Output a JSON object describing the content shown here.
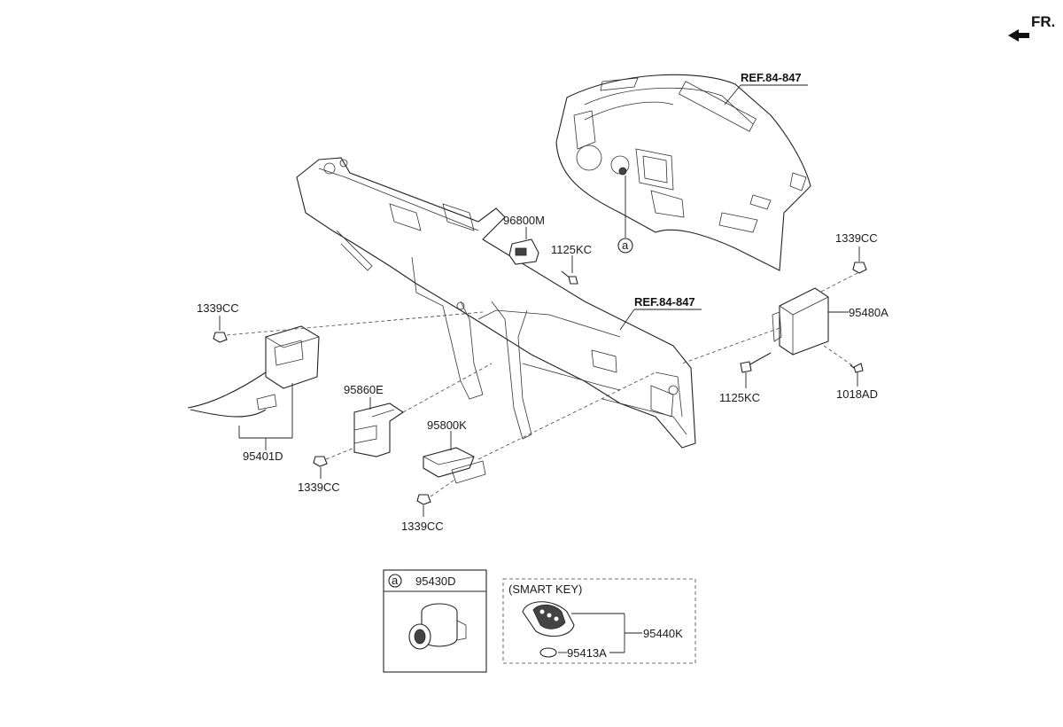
{
  "orientation": {
    "label": "FR."
  },
  "references": {
    "dash_panel": "REF.84-847",
    "cowl_crossbar": "REF.84-847"
  },
  "callout": {
    "marker": "a"
  },
  "parts": {
    "p96800M": "96800M",
    "p1125KC_top": "1125KC",
    "p1339CC_right": "1339CC",
    "p95480A": "95480A",
    "p1125KC_right": "1125KC",
    "p1018AD": "1018AD",
    "p1339CC_left": "1339CC",
    "p95401D": "95401D",
    "p95860E": "95860E",
    "p1339CC_mid": "1339CC",
    "p95800K": "95800K",
    "p1339CC_bottom": "1339CC"
  },
  "inset_ignition": {
    "marker": "a",
    "part": "95430D"
  },
  "inset_smart_key": {
    "title": "(SMART KEY)",
    "key": "95440K",
    "battery": "95413A"
  }
}
